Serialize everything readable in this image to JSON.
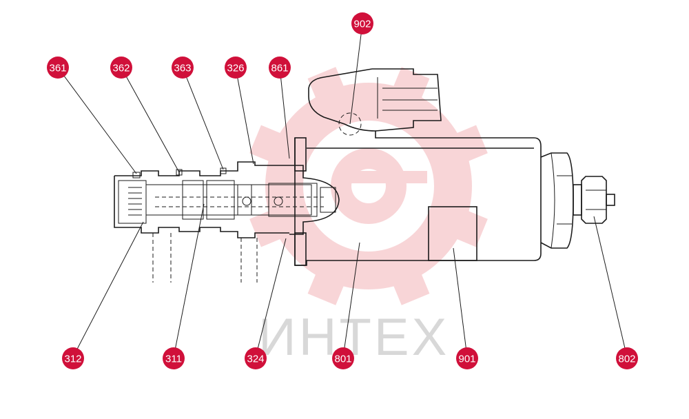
{
  "diagram": {
    "watermark_text": "ИНТЕХ",
    "callout_color": "#d0103a",
    "watermark_color": "#f3b4b8",
    "callouts": [
      {
        "id": "361",
        "label": "361"
      },
      {
        "id": "362",
        "label": "362"
      },
      {
        "id": "363",
        "label": "363"
      },
      {
        "id": "326",
        "label": "326"
      },
      {
        "id": "861",
        "label": "861"
      },
      {
        "id": "902",
        "label": "902"
      },
      {
        "id": "312",
        "label": "312"
      },
      {
        "id": "311",
        "label": "311"
      },
      {
        "id": "324",
        "label": "324"
      },
      {
        "id": "801",
        "label": "801"
      },
      {
        "id": "901",
        "label": "901"
      },
      {
        "id": "802",
        "label": "802"
      }
    ]
  }
}
